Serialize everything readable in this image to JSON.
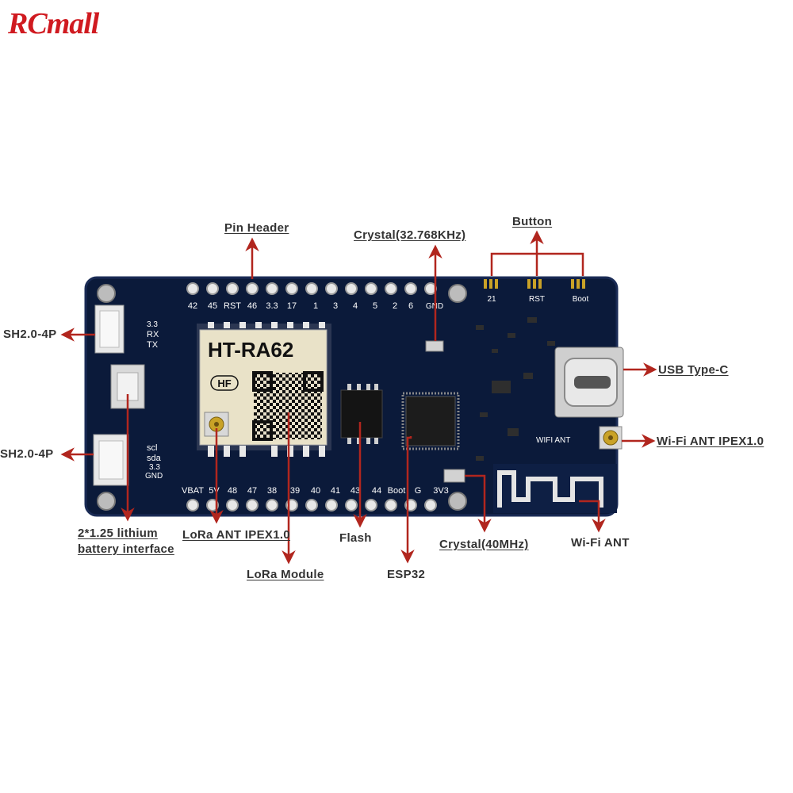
{
  "brand": {
    "logo_text": "RCmall",
    "brand_color": "#d01a20"
  },
  "board": {
    "module_title": "HT-RA62",
    "module_badge": "HF",
    "header_top_pins": [
      "42",
      "45",
      "RST",
      "46",
      "3.3",
      "17",
      "1",
      "3",
      "4",
      "5",
      "2",
      "6",
      "GND"
    ],
    "header_bottom_pins": [
      "VBAT",
      "5V",
      "48",
      "47",
      "38",
      "39",
      "40",
      "41",
      "43",
      "44",
      "Boot",
      "G",
      "3V3"
    ],
    "button_pins": [
      "21",
      "RST",
      "Boot"
    ],
    "sh_top_pins": [
      "3.3",
      "RX",
      "TX"
    ],
    "sh_bottom_pins": [
      "scl",
      "sda",
      "3.3",
      "GND"
    ],
    "wifi_ant_silk": "WIFI ANT",
    "colors": {
      "pcb": "#0b1a3a",
      "arrow": "#b1261e",
      "gold": "#c9a227"
    }
  },
  "labels": {
    "pin_header": "Pin Header",
    "crystal_32k": "Crystal(32.768KHz)",
    "button": "Button",
    "sh_top": "SH2.0-4P",
    "sh_bottom": "SH2.0-4P",
    "usb": "USB Type-C",
    "wifi_ipex": "Wi-Fi  ANT IPEX1.0",
    "battery_line1": "2*1.25 lithium",
    "battery_line2": "battery interface",
    "lora_ant": "LoRa  ANT IPEX1.0",
    "lora_module": "LoRa Module",
    "flash": "Flash",
    "esp32": "ESP32",
    "crystal_40m": "Crystal(40MHz)",
    "wifi_ant": "Wi-Fi  ANT"
  }
}
